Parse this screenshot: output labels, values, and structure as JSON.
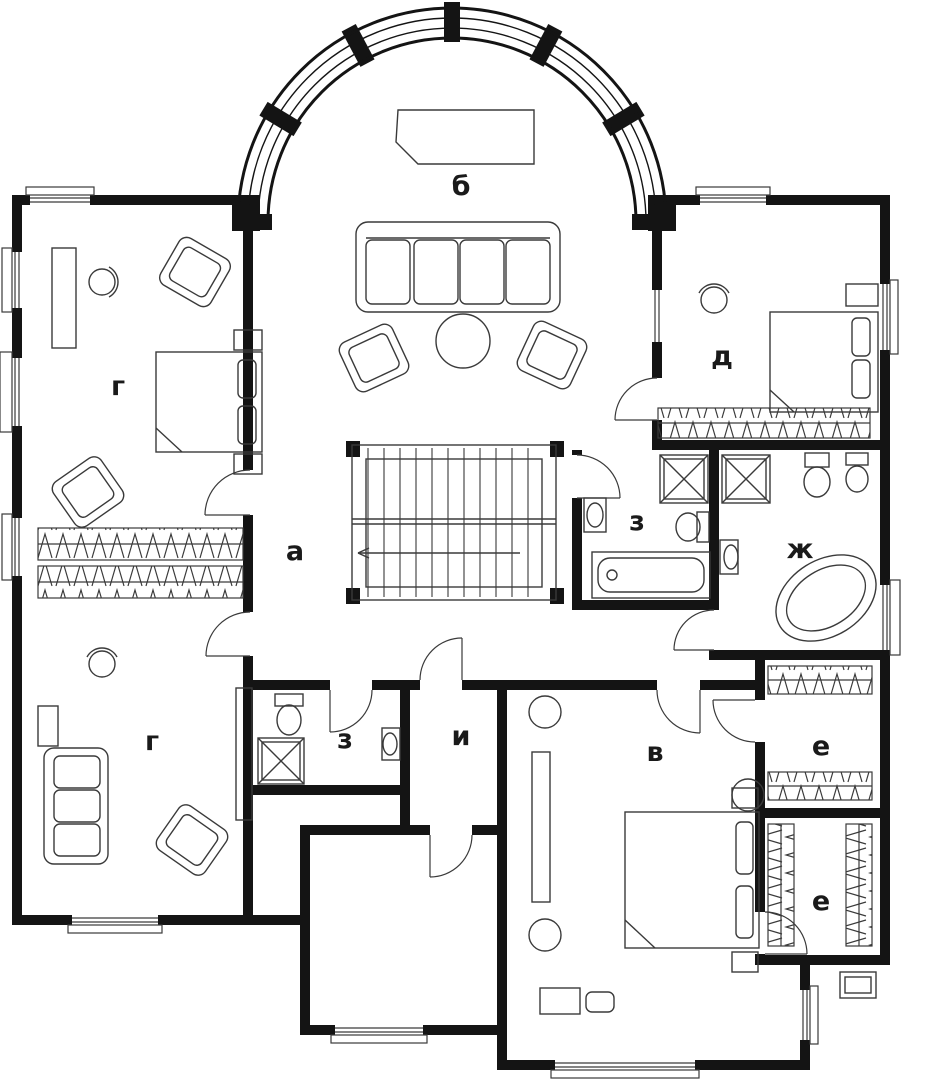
{
  "document": {
    "type": "apartment-floor-plan"
  },
  "rooms": {
    "hall": {
      "label": "а"
    },
    "living": {
      "label": "б"
    },
    "bedroom_master": {
      "label": "в"
    },
    "room_top_left": {
      "label": "г"
    },
    "room_bottom_left": {
      "label": "г"
    },
    "bedroom_right": {
      "label": "д"
    },
    "wardrobe_top": {
      "label": "е"
    },
    "wardrobe_bottom": {
      "label": "е"
    },
    "bathroom_large": {
      "label": "ж"
    },
    "bathroom_center": {
      "label": "з"
    },
    "bathroom_small": {
      "label": "з"
    },
    "corridor": {
      "label": "и"
    }
  },
  "colors": {
    "wall": "#141414",
    "line": "#3a3a3a",
    "label_text": "#1a1a1a",
    "background": "#ffffff"
  }
}
